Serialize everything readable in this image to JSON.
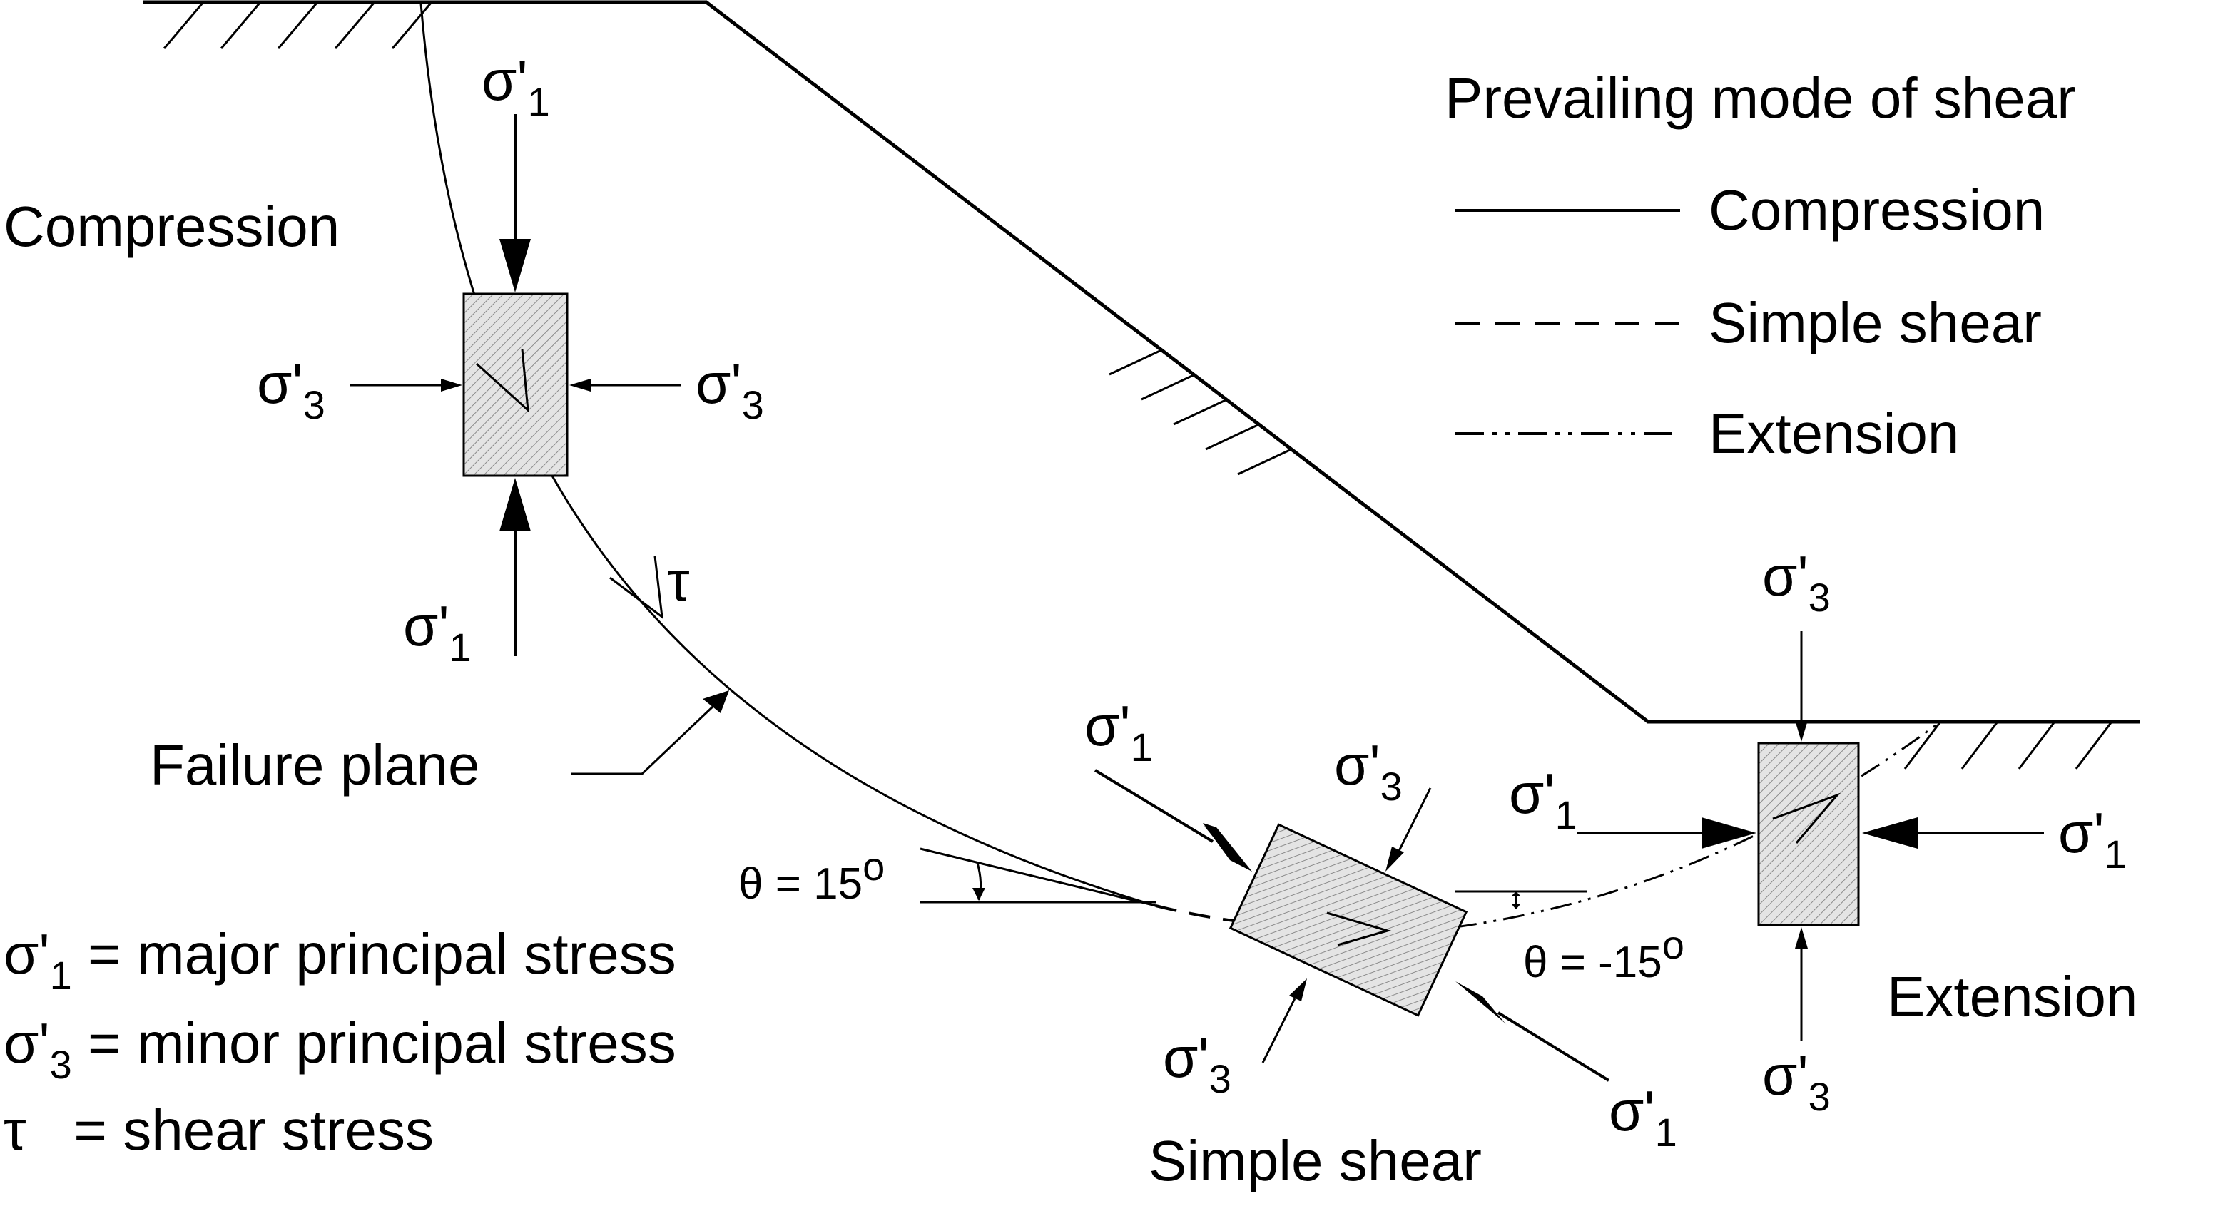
{
  "legend": {
    "title": "Prevailing mode of shear",
    "items": [
      {
        "label": "Compression",
        "style": "solid"
      },
      {
        "label": "Simple shear",
        "style": "dashed"
      },
      {
        "label": "Extension",
        "style": "dash-dot-dot"
      }
    ]
  },
  "zones": {
    "compression": "Compression",
    "simple_shear": "Simple shear",
    "extension": "Extension"
  },
  "failure_plane_label": "Failure plane",
  "shear_symbol": "τ",
  "stress_symbols": {
    "sigma": "σ'",
    "major_sub": "1",
    "minor_sub": "3"
  },
  "angles": {
    "left": {
      "prefix": "θ = 15",
      "sup": "o"
    },
    "right": {
      "prefix": "θ = -15",
      "sup": "o"
    }
  },
  "definitions": [
    {
      "sym": "σ'",
      "sub": "1",
      "text": " = major principal stress"
    },
    {
      "sym": "σ'",
      "sub": "3",
      "text": " = minor principal stress"
    },
    {
      "sym": "τ",
      "sub": "",
      "text": "   = shear stress"
    }
  ],
  "colors": {
    "line": "#000000",
    "element_fill": "#d6d6d6",
    "background": "#ffffff"
  }
}
